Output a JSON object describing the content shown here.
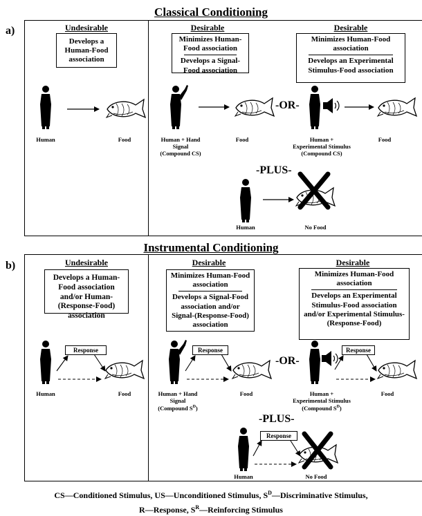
{
  "classical": {
    "title": "Classical Conditioning",
    "label": "a)",
    "col1": {
      "header": "Undesirable",
      "box": "Develops a Human-Food association"
    },
    "col2": {
      "header": "Desirable",
      "box_top": "Minimizes Human-Food association",
      "box_bottom": "Develops a Signal-Food association"
    },
    "col3": {
      "header": "Desirable",
      "box_top": "Minimizes Human-Food association",
      "box_bottom": "Develops an Experimental Stimulus-Food association"
    },
    "human": "Human",
    "food": "Food",
    "human_signal": [
      "Human + Hand",
      "Signal",
      "(Compound CS)"
    ],
    "human_stimulus": [
      "Human +",
      "Experimental Stimulus",
      "(Compound CS)"
    ],
    "or": "-OR-",
    "plus": "-PLUS-",
    "no_food": "No Food"
  },
  "instrumental": {
    "title": "Instrumental Conditioning",
    "label": "b)",
    "col1": {
      "header": "Undesirable",
      "box": "Develops a Human-Food association and/or Human-(Response-Food) association"
    },
    "col2": {
      "header": "Desirable",
      "box_top": "Minimizes Human-Food association",
      "box_bottom": "Develops a Signal-Food association and/or Signal-(Response-Food) association"
    },
    "col3": {
      "header": "Desirable",
      "box_top": "Minimizes Human-Food association",
      "box_bottom": "Develops an Experimental Stimulus-Food association and/or Experimental Stimulus-(Response-Food)"
    },
    "response": "Response",
    "human": "Human",
    "food": "Food",
    "human_signal": [
      "Human + Hand",
      "Signal",
      "(Compound S",
      "D",
      ")"
    ],
    "human_stimulus": [
      "Human +",
      "Experimental Stimulus",
      "(Compound S",
      "D",
      ")"
    ],
    "or": "-OR-",
    "plus": "-PLUS-",
    "no_food": "No Food"
  },
  "legend": {
    "line1_a": "CS—Conditioned Stimulus, US—Unconditioned Stimulus, S",
    "line1_sup": "D",
    "line1_b": "—Discriminative Stimulus,",
    "line2_a": "R—Response, S",
    "line2_sup": "R",
    "line2_b": "—Reinforcing Stimulus"
  }
}
